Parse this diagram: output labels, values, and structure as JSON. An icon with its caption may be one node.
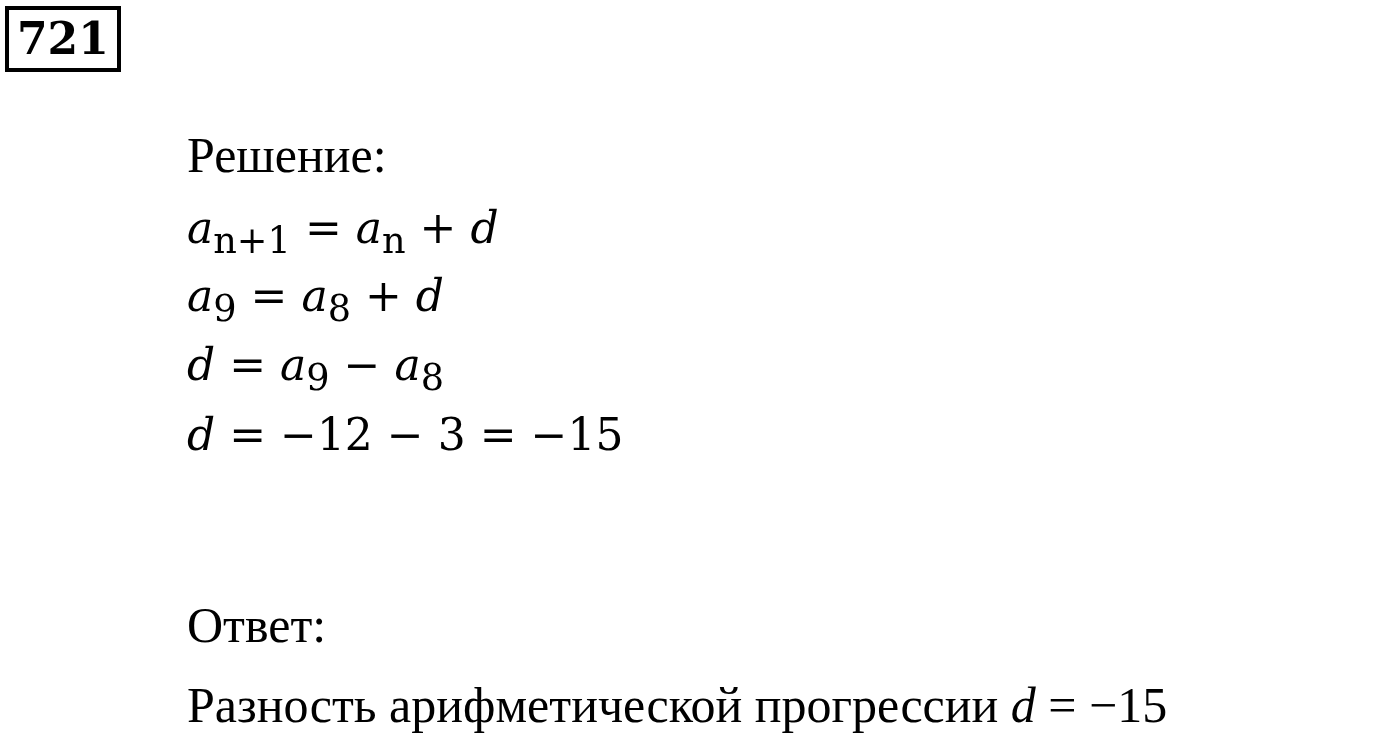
{
  "diagram": {
    "nodes": [
      {
        "text": [
          "721"
        ]
      }
    ],
    "labels": [
      "Решение:",
      "*a*$_{n+1}$ = *a*$_{n}$ + *d*",
      "*a*$_{9}$ = *a*$_{8}$ + *d*",
      "*d* = *a*$_{9}$ − *a*$_{8}$",
      "*d* = −12 − 3 = −15",
      "Ответ:",
      "Разность арифметической прогрессии *d* = −15"
    ]
  }
}
